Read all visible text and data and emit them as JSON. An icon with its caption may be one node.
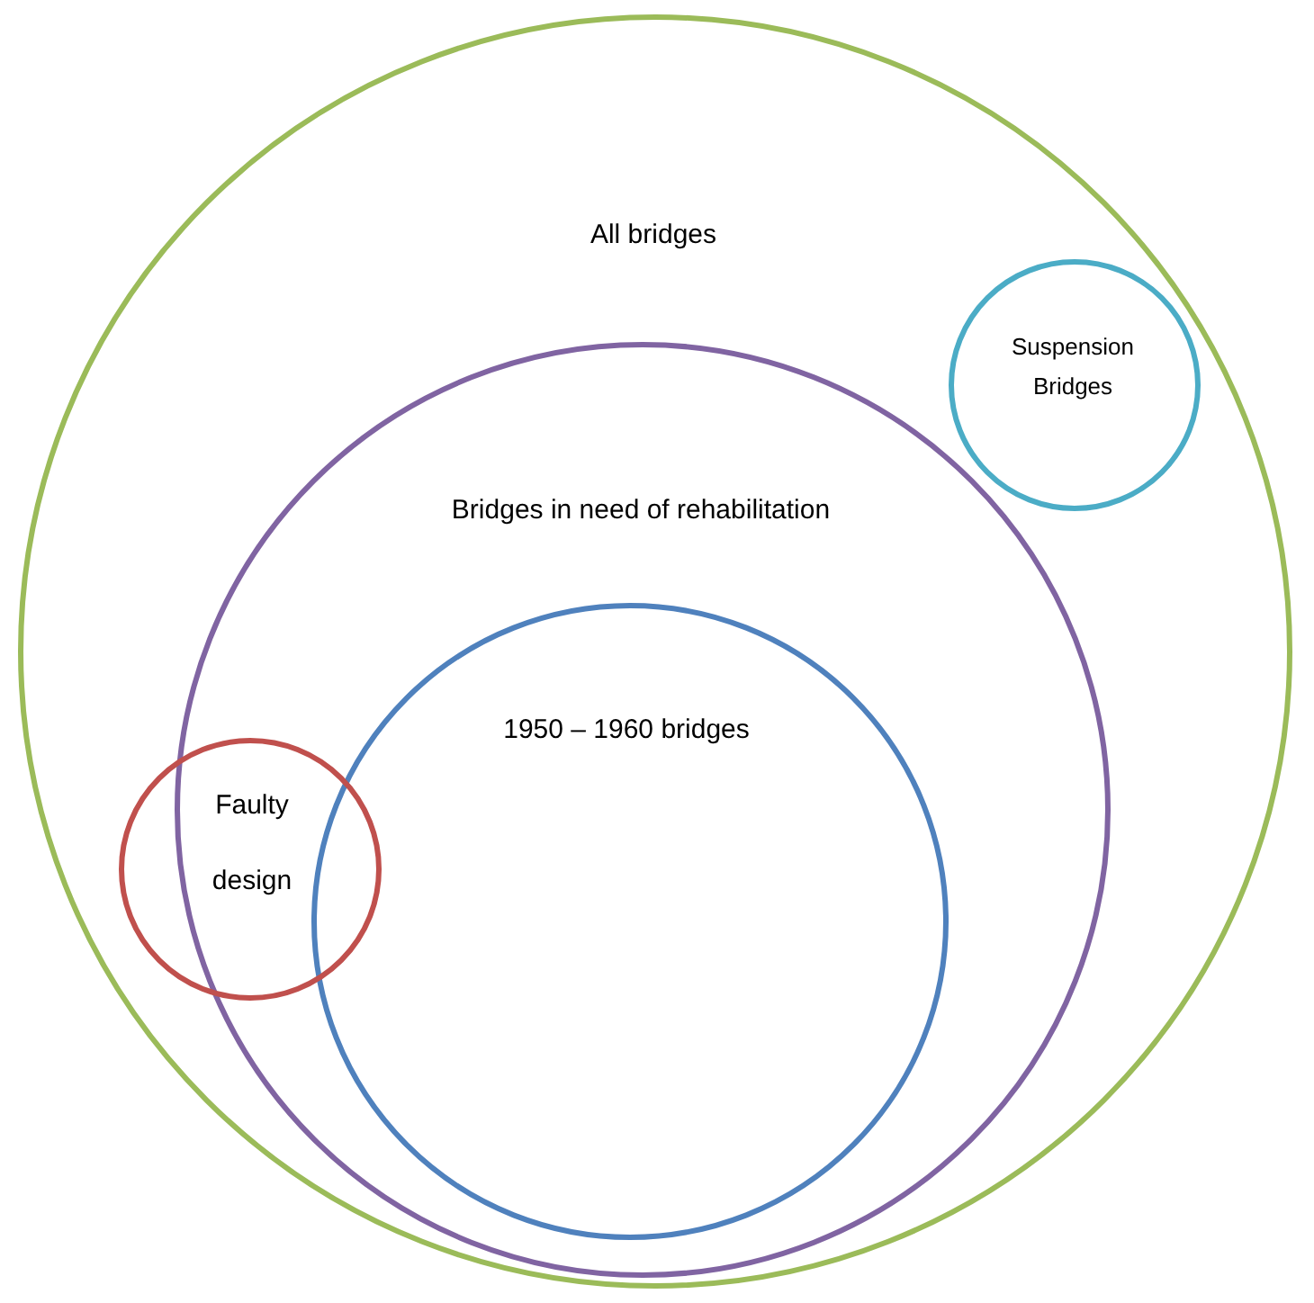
{
  "diagram": {
    "nodes": [
      {
        "text": [
          "All bridges"
        ]
      },
      {
        "text": [
          "Suspension Bridges"
        ],
        "in": 0
      },
      {
        "text": [
          "Bridges in need of rehabilitation"
        ],
        "in": 0
      },
      {
        "text": [
          "1950 – 1960 bridges"
        ],
        "in": 2
      },
      {
        "text": [
          "Faulty design"
        ],
        "in": 0
      }
    ]
  }
}
